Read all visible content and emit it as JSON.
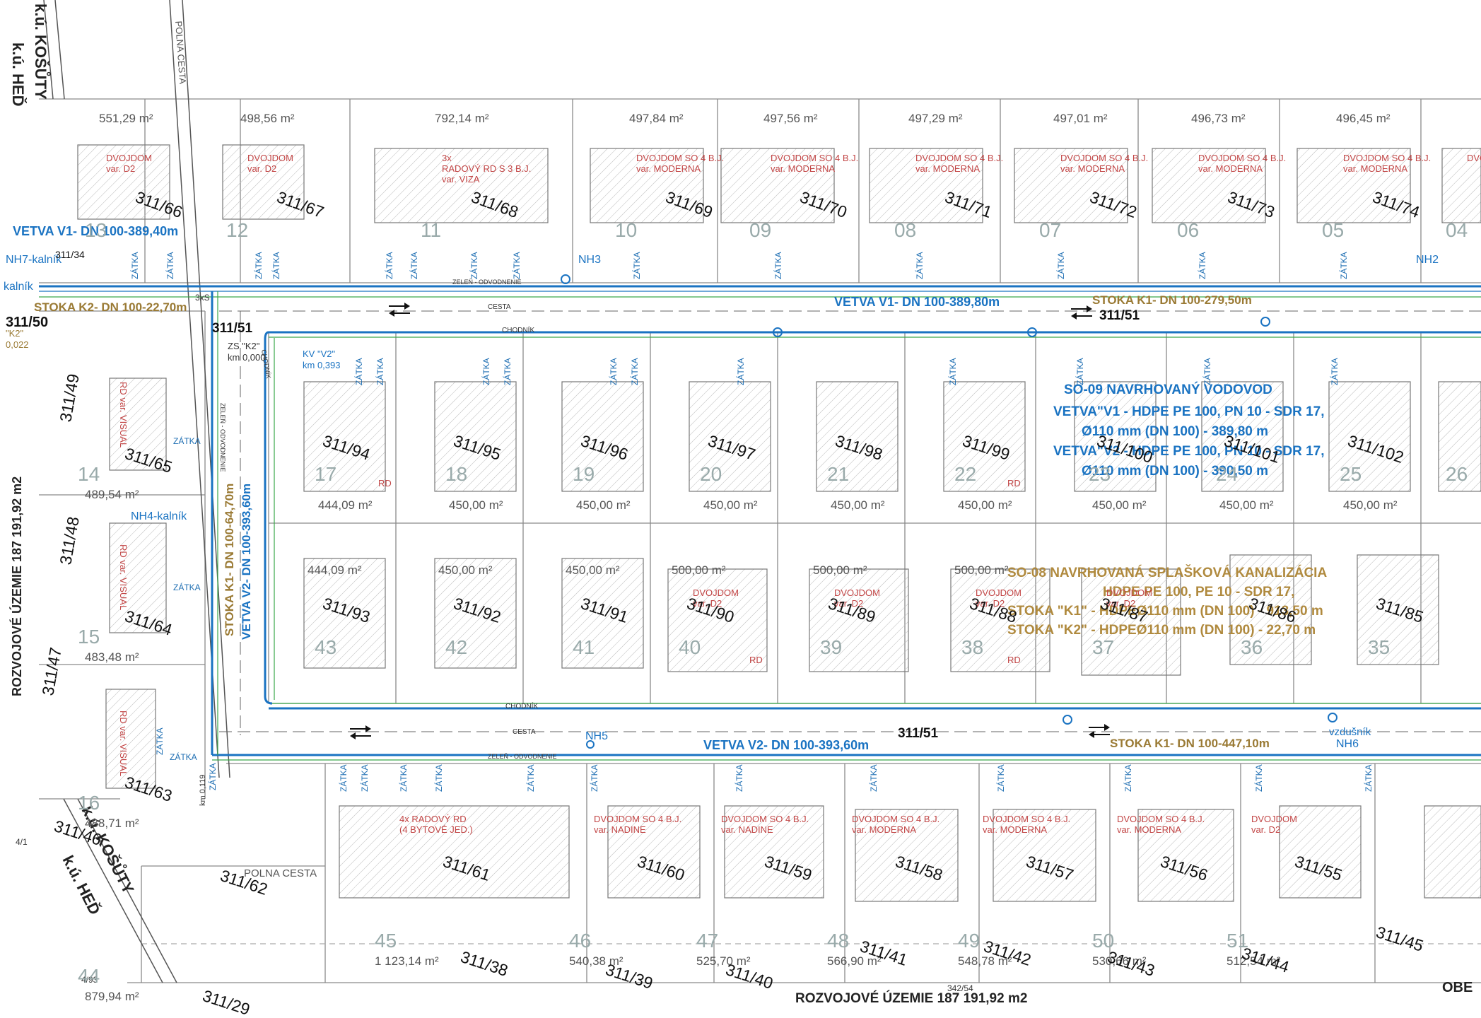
{
  "colors": {
    "water": "#1a73c2",
    "sewer": "#9a7a34",
    "house_label": "#c24545",
    "green": "#3aa84a"
  },
  "boundaries": {
    "ku_hed_top": "k.ú. HEĎ",
    "ku_kosuty_top": "k.ú. KOŠŮTY",
    "ku_hed_bottom": "k.ú. HEĎ",
    "ku_kosuty_bottom": "k.ú. KOŠŮTY",
    "polna_cesta_top": "POLNA CESTA",
    "polna_cesta_bottom": "POLNA CESTA",
    "rozvojove_left": "ROZVOJOVÉ ÚZEMIE  187 191,92 m2",
    "rozvojove_bottom": "ROZVOJOVÉ ÚZEMIE  187 191,92 m2",
    "obe": "OBE"
  },
  "streets": {
    "parcel": "311/51",
    "cesta": "CESTA",
    "chodnik": "CHODNÍK",
    "zelen": "ZELEŇ - ODVODNENIE"
  },
  "lines": {
    "vetva_v1_top": "VETVA V1- DN 100-389,40m",
    "vetva_v1_road": "VETVA V1- DN 100-389,80m",
    "stoka_k1_top": "STOKA K1- DN 100-279,50m",
    "stoka_k2": "STOKA K2- DN 100-22,70m",
    "vetva_v2_bottom": "VETVA V2- DN 100-393,60m",
    "stoka_k1_bottom": "STOKA K1- DN 100-447,10m",
    "stoka_k1_vertical": "STOKA K1- DN 100-64,70m",
    "vetva_v2_vertical": "VETVA V2- DN 100-393,60m"
  },
  "hydrants": {
    "nh2": "NH2",
    "nh3": "NH3",
    "nh5": "NH5",
    "nh6": "NH6",
    "nh4": "NH4-kalník",
    "nh7": "NH7-kalník",
    "kalnik": "kalník",
    "vzdusnik": "vzdušník"
  },
  "misc": {
    "kv_v2": "KV \"V2\"",
    "kv_km": "km 0,393",
    "zs_k2": "ZS \"K2\"",
    "zs_km": "km 0,000",
    "k2_small": "\"K2\"",
    "k2_km": "0,022",
    "km_small": "km 0,119",
    "note_3xs": "3xS",
    "zatka": "ZÁTKA",
    "rd": "RD"
  },
  "notes": {
    "so09_title": "SO-09 NAVRHOVANÝ VODOVOD",
    "so09_l1": "VETVA\"V1 - HDPE PE 100, PN 10 - SDR 17,",
    "so09_l2": "Ø110 mm (DN 100) - 389,80 m",
    "so09_l3": "VETVA\"V2 - HDPE PE 100, PN 10 - SDR 17,",
    "so09_l4": "Ø110 mm (DN 100) - 390,50 m",
    "so08_title": "SO-08 NAVRHOVANÁ SPLAŠKOVÁ KANALIZÁCIA",
    "so08_l1": "HDPE PE 100, PE 10 - SDR 17,",
    "so08_l2": "STOKA \"K1\" - HDPEØ110 mm (DN 100) - 913,50 m",
    "so08_l3": "STOKA \"K2\" - HDPEØ110 mm (DN 100) - 22,70 m"
  },
  "top_lots": [
    {
      "area": "551,29 m²",
      "house": [
        "DVOJDOM",
        "var. D2"
      ],
      "parcel": "311/66",
      "lot": "13"
    },
    {
      "area": "498,56 m²",
      "house": [
        "DVOJDOM",
        "var. D2"
      ],
      "parcel": "311/67",
      "lot": "12"
    },
    {
      "area": "792,14 m²",
      "house": [
        "3x",
        "RADOVÝ RD S 3 B.J.",
        "var. VIZA"
      ],
      "parcel": "311/68",
      "lot": "11"
    },
    {
      "area": "497,84 m²",
      "house": [
        "DVOJDOM SO 4 B.J.",
        "var. MODERNA"
      ],
      "parcel": "311/69",
      "lot": "10"
    },
    {
      "area": "497,56 m²",
      "house": [
        "DVOJDOM SO 4 B.J.",
        "var. MODERNA"
      ],
      "parcel": "311/70",
      "lot": "09"
    },
    {
      "area": "497,29 m²",
      "house": [
        "DVOJDOM SO 4 B.J.",
        "var. MODERNA"
      ],
      "parcel": "311/71",
      "lot": "08"
    },
    {
      "area": "497,01 m²",
      "house": [
        "DVOJDOM SO 4 B.J.",
        "var. MODERNA"
      ],
      "parcel": "311/72",
      "lot": "07"
    },
    {
      "area": "496,73 m²",
      "house": [
        "DVOJDOM SO 4 B.J.",
        "var. MODERNA"
      ],
      "parcel": "311/73",
      "lot": "06"
    },
    {
      "area": "496,45 m²",
      "house": [
        "DVOJDOM SO 4 B.J.",
        "var. MODERNA"
      ],
      "parcel": "311/74",
      "lot": "05"
    },
    {
      "area": "",
      "house": [
        "DVOJD"
      ],
      "parcel": "",
      "lot": "04"
    }
  ],
  "mid_upper_lots": [
    {
      "area": "444,09 m²",
      "parcel": "311/94",
      "lot": "17"
    },
    {
      "area": "450,00 m²",
      "parcel": "311/95",
      "lot": "18"
    },
    {
      "area": "450,00 m²",
      "parcel": "311/96",
      "lot": "19"
    },
    {
      "area": "450,00 m²",
      "parcel": "311/97",
      "lot": "20"
    },
    {
      "area": "450,00 m²",
      "parcel": "311/98",
      "lot": "21"
    },
    {
      "area": "450,00 m²",
      "parcel": "311/99",
      "lot": "22"
    },
    {
      "area": "450,00 m²",
      "parcel": "311/100",
      "lot": "23"
    },
    {
      "area": "450,00 m²",
      "parcel": "311/101",
      "lot": "24"
    },
    {
      "area": "450,00 m²",
      "parcel": "311/102",
      "lot": "25"
    },
    {
      "area": "",
      "parcel": "",
      "lot": "26"
    }
  ],
  "mid_lower_lots": [
    {
      "area": "444,09 m²",
      "parcel": "311/93",
      "lot": "43",
      "house": []
    },
    {
      "area": "450,00 m²",
      "parcel": "311/92",
      "lot": "42",
      "house": []
    },
    {
      "area": "450,00 m²",
      "parcel": "311/91",
      "lot": "41",
      "house": []
    },
    {
      "area": "500,00 m²",
      "parcel": "311/90",
      "lot": "40",
      "house": [
        "DVOJDOM",
        "var. D2"
      ]
    },
    {
      "area": "500,00 m²",
      "parcel": "311/89",
      "lot": "39",
      "house": [
        "DVOJDOM",
        "var. D2"
      ]
    },
    {
      "area": "500,00 m²",
      "parcel": "311/88",
      "lot": "38",
      "house": [
        "DVOJDOM",
        "var. D2"
      ]
    },
    {
      "area": "",
      "parcel": "311/87",
      "lot": "37",
      "house": [
        "DVOJDOM",
        "var. D2"
      ]
    },
    {
      "area": "",
      "parcel": "311/86",
      "lot": "36",
      "house": []
    },
    {
      "area": "",
      "parcel": "311/85",
      "lot": "35",
      "house": []
    }
  ],
  "bottom_lots": [
    {
      "area": "1 123,14 m²",
      "parcel": "311/61",
      "lot": "45",
      "house": [
        "4x RADOVÝ RD",
        "(4 BYTOVÉ JED.)"
      ]
    },
    {
      "area": "540,38 m²",
      "parcel": "311/60",
      "lot": "46",
      "house": [
        "DVOJDOM SO 4 B.J.",
        "var. NADINE"
      ]
    },
    {
      "area": "525,70 m²",
      "parcel": "311/59",
      "lot": "47",
      "house": [
        "DVOJDOM SO 4 B.J.",
        "var. NADINE"
      ]
    },
    {
      "area": "566,90 m²",
      "parcel": "311/58",
      "lot": "48",
      "house": [
        "DVOJDOM SO 4 B.J.",
        "var. MODERNA"
      ]
    },
    {
      "area": "548,78 m²",
      "parcel": "311/57",
      "lot": "49",
      "house": [
        "DVOJDOM SO 4 B.J.",
        "var. MODERNA"
      ]
    },
    {
      "area": "530,66 m²",
      "parcel": "311/56",
      "lot": "50",
      "house": [
        "DVOJDOM SO 4 B.J.",
        "var. MODERNA"
      ]
    },
    {
      "area": "512,54 m²",
      "parcel": "311/55",
      "lot": "51",
      "house": [
        "DVOJDOM",
        "var. D2"
      ]
    }
  ],
  "bottom_parcels": [
    "311/38",
    "311/39",
    "311/40",
    "311/41",
    "311/42",
    "311/43",
    "311/44",
    "311/45",
    "311/29",
    "311/46",
    "311/62"
  ],
  "left_lots": [
    {
      "area": "489,54 m²",
      "parcel": "311/65",
      "lot": "14",
      "house": [
        "RD var. VISUAL"
      ]
    },
    {
      "area": "483,48 m²",
      "parcel": "311/64",
      "lot": "15",
      "house": [
        "RD var. VISUAL"
      ]
    },
    {
      "area": "488,71 m²",
      "parcel": "311/63",
      "lot": "16",
      "house": [
        "RD var. VISUAL"
      ]
    },
    {
      "area": "879,94 m²",
      "parcel": "",
      "lot": "44",
      "house": []
    }
  ],
  "left_parcels": [
    "311/34",
    "311/50",
    "311/49",
    "311/48",
    "311/47"
  ],
  "other_parcels": [
    "342/54",
    "4/93",
    "4/1",
    "311/51"
  ]
}
